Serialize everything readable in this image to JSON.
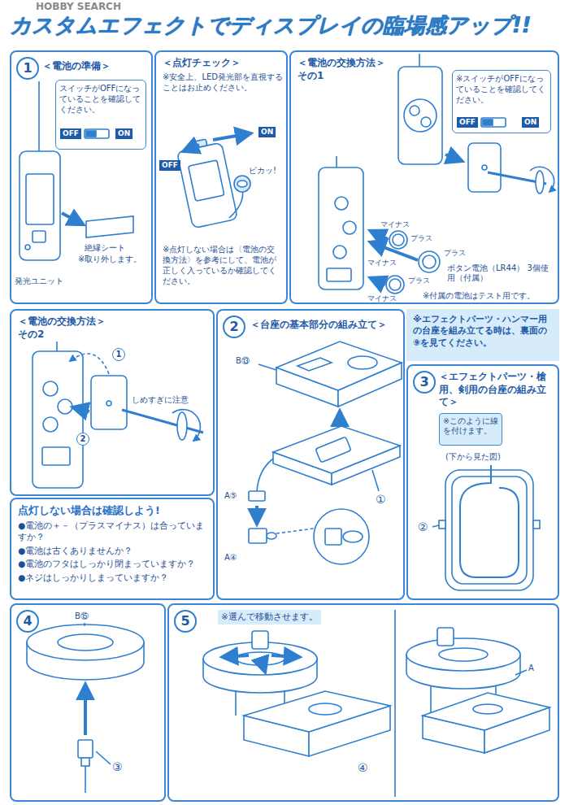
{
  "diagram": {
    "title": "カスタムエフェクトでディスプレイの臨場感アップ!!",
    "nodes": [
      {
        "text": [
          "1",
          "＜電池の準備＞"
        ]
      },
      {
        "text": [
          "スイッチがOFFになっていることを確認してください。"
        ],
        "in": 0
      },
      {
        "text": [
          "＜点灯チェック＞",
          "※安全上、LED発光部を直視することはお止めください。",
          "※点灯しない場合は〈電池の交換方法〉を参考にして、電池が正しく入っているか確認してください。"
        ]
      },
      {
        "text": [
          "＜電池の交換方法＞ その1"
        ]
      },
      {
        "text": [
          "※スイッチがOFFになっていることを確認してください。"
        ],
        "in": 3
      },
      {
        "text": [
          "＜電池の交換方法＞ その2"
        ]
      },
      {
        "text": [
          "点灯しない場合は確認しよう!",
          "●電池の＋－（プラスマイナス）は合っていますか？",
          "●電池は古くありませんか？",
          "●電池のフタはしっかり閉まっていますか？",
          "●ネジはしっかりしまっていますか？"
        ]
      },
      {
        "text": [
          "2",
          "＜台座の基本部分の組み立て＞"
        ]
      },
      {
        "text": [
          "※エフェクトパーツ・ハンマー用の台座を組み立てる時は、裏面の⑨を見てください。"
        ]
      },
      {
        "text": [
          "3",
          "＜エフェクトパーツ・槍用、剣用の台座の組み立て＞"
        ]
      },
      {
        "text": [
          "※このように線を付けます。"
        ],
        "in": 9
      },
      {
        "text": [
          "4"
        ]
      },
      {
        "text": [
          "5",
          "※選んで移動させます。"
        ]
      }
    ],
    "labels": [
      "HOBBY SEARCH",
      "OFF",
      "ON",
      "発光ユニット",
      "絶縁シート",
      "※取り外します。",
      "OFF",
      "ON",
      "ピカッ!",
      "OFF",
      "ON",
      "マイナス",
      "プラス",
      "マイナス",
      "プラス",
      "マイナス",
      "プラス",
      "ボタン電池（LR44） 3個使用（付属）",
      "※付属の電池はテスト用です。",
      "1",
      "2",
      "しめすぎに注意",
      "B⑬",
      "A⑤",
      "A④",
      "①",
      "(下から見た図)",
      "②",
      "B⑮",
      "③",
      "④",
      "A"
    ]
  }
}
